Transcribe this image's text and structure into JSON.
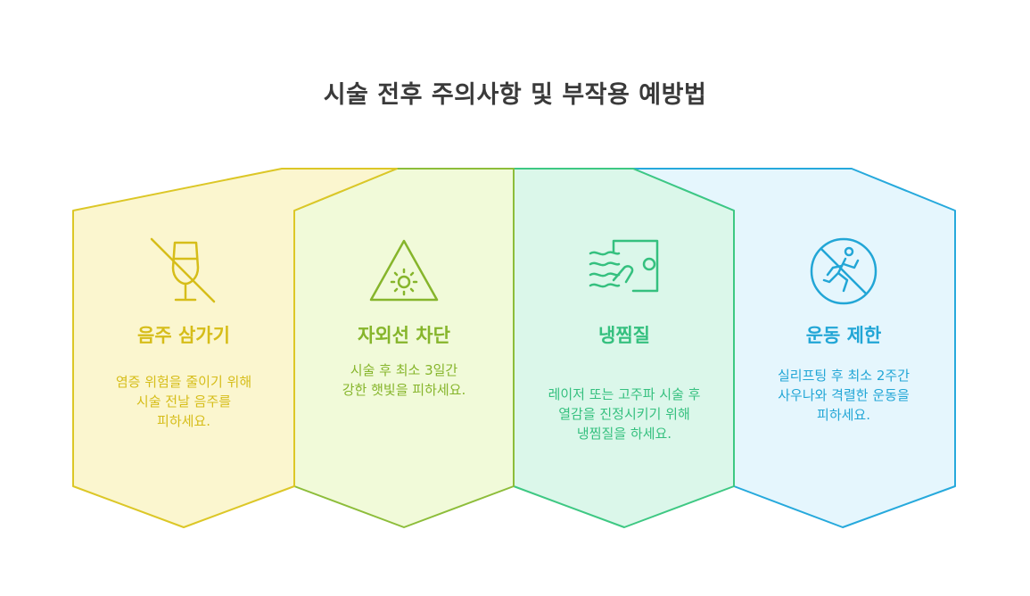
{
  "title": "시술 전후 주의사항 및 부작용 예방법",
  "colors": {
    "yellow_stroke": "#dcc727",
    "yellow_fill": "#fbf6cf",
    "lime_stroke": "#8dbd3a",
    "lime_fill": "#f1fad9",
    "green_stroke": "#3ec883",
    "green_fill": "#dbf7ea",
    "blue_stroke": "#26a9dc",
    "blue_fill": "#e5f6fd"
  },
  "cards": [
    {
      "title": "음주 삼가기",
      "icon": "no-alcohol-icon",
      "desc": [
        "염증 위험을 줄이기 위해",
        "시술 전날 음주를",
        "피하세요."
      ]
    },
    {
      "title": "자외선 차단",
      "icon": "sun-warning-icon",
      "desc": [
        "시술 후 최소 3일간",
        "강한 햇빛을 피하세요."
      ]
    },
    {
      "title": "냉찜질",
      "icon": "cold-compress-icon",
      "desc": [
        "레이저 또는 고주파 시술 후",
        "열감을 진정시키기 위해",
        "냉찜질을 하세요."
      ]
    },
    {
      "title": "운동 제한",
      "icon": "no-exercise-icon",
      "desc": [
        "실리프팅 후 최소 2주간",
        "사우나와 격렬한 운동을",
        "피하세요."
      ]
    }
  ]
}
